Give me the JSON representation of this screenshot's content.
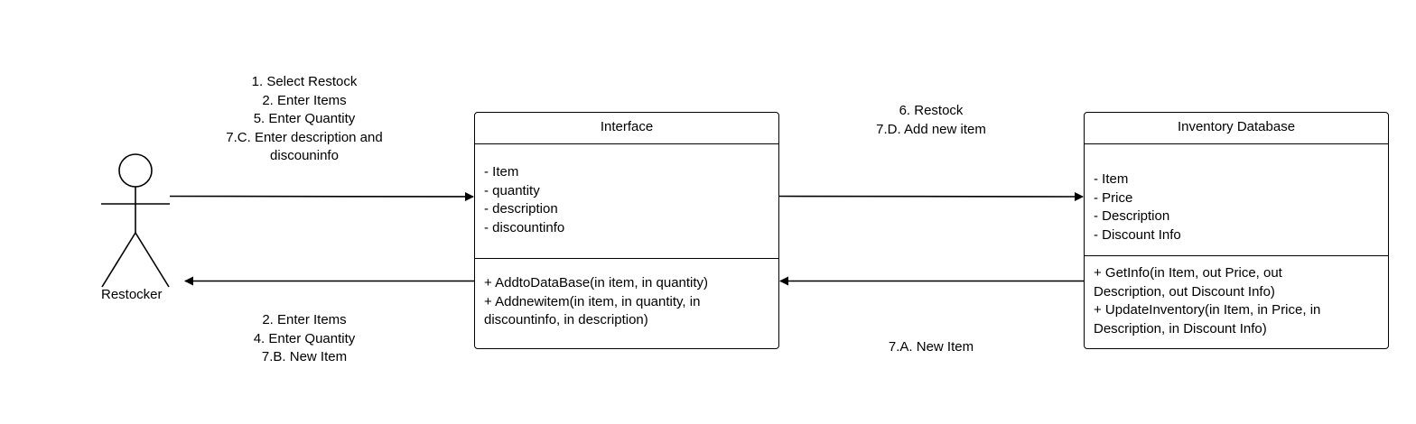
{
  "actor": {
    "name": "Restocker"
  },
  "messages": {
    "actor_to_interface": [
      "1. Select Restock",
      "2. Enter Items",
      "5. Enter Quantity",
      "7.C. Enter description and",
      "discouninfo"
    ],
    "interface_to_actor": [
      "2. Enter Items",
      "4. Enter Quantity",
      "7.B. New Item"
    ],
    "interface_to_db": [
      "6. Restock",
      "7.D. Add new item"
    ],
    "db_to_interface": [
      "7.A. New Item"
    ]
  },
  "classes": {
    "interface": {
      "title": "Interface",
      "attributes": [
        "- Item",
        "- quantity",
        "- description",
        "- discountinfo"
      ],
      "operations": [
        "+ AddtoDataBase(in item, in quantity)",
        "+ Addnewitem(in item, in quantity, in",
        "discountinfo, in description)"
      ]
    },
    "inventory_database": {
      "title": "Inventory Database",
      "attributes": [
        "- Item",
        "- Price",
        "- Description",
        "- Discount Info"
      ],
      "operations": [
        "+ GetInfo(in Item, out Price, out",
        "Description, out Discount Info)",
        "+ UpdateInventory(in Item, in Price, in",
        "Description, in Discount Info)"
      ]
    }
  }
}
